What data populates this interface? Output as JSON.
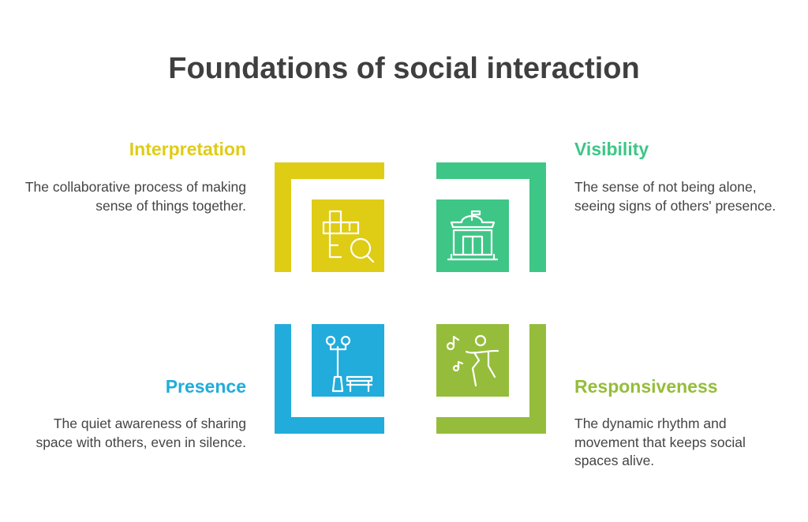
{
  "title": "Foundations of social interaction",
  "colors": {
    "interpretation": "#dfcc15",
    "visibility": "#3ec686",
    "presence": "#21acdb",
    "responsiveness": "#95bd3b"
  },
  "quadrants": [
    {
      "heading": "Interpretation",
      "description": "The collaborative process of making sense of things together.",
      "icon": "crossword-magnifier-icon"
    },
    {
      "heading": "Visibility",
      "description": "The sense of not being alone, seeing signs of others' presence.",
      "icon": "building-flag-icon"
    },
    {
      "heading": "Presence",
      "description": "The quiet awareness of sharing space with others, even in silence.",
      "icon": "streetlamp-bench-icon"
    },
    {
      "heading": "Responsiveness",
      "description": "The dynamic rhythm and movement that keeps social spaces alive.",
      "icon": "dancer-music-icon"
    }
  ]
}
